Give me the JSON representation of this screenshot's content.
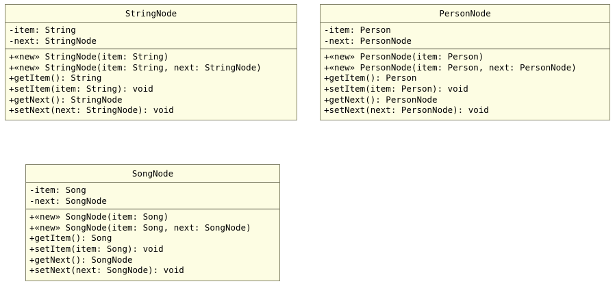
{
  "diagram": {
    "type": "uml-class-diagram",
    "background_color": "#ffffff",
    "class_fill_color": "#fdfde3",
    "class_border_color": "#85856b",
    "classes": [
      {
        "name": "StringNode",
        "attributes": [
          "-item: String",
          "-next: StringNode"
        ],
        "methods": [
          "+«new» StringNode(item: String)",
          "+«new» StringNode(item: String, next: StringNode)",
          "+getItem(): String",
          "+setItem(item: String): void",
          "+getNext(): StringNode",
          "+setNext(next: StringNode): void"
        ]
      },
      {
        "name": "PersonNode",
        "attributes": [
          "-item: Person",
          "-next: PersonNode"
        ],
        "methods": [
          "+«new» PersonNode(item: Person)",
          "+«new» PersonNode(item: Person, next: PersonNode)",
          "+getItem(): Person",
          "+setItem(item: Person): void",
          "+getNext(): PersonNode",
          "+setNext(next: PersonNode): void"
        ]
      },
      {
        "name": "SongNode",
        "attributes": [
          "-item: Song",
          "-next: SongNode"
        ],
        "methods": [
          "+«new» SongNode(item: Song)",
          "+«new» SongNode(item: Song, next: SongNode)",
          "+getItem(): Song",
          "+setItem(item: Song): void",
          "+getNext(): SongNode",
          "+setNext(next: SongNode): void"
        ]
      }
    ]
  }
}
